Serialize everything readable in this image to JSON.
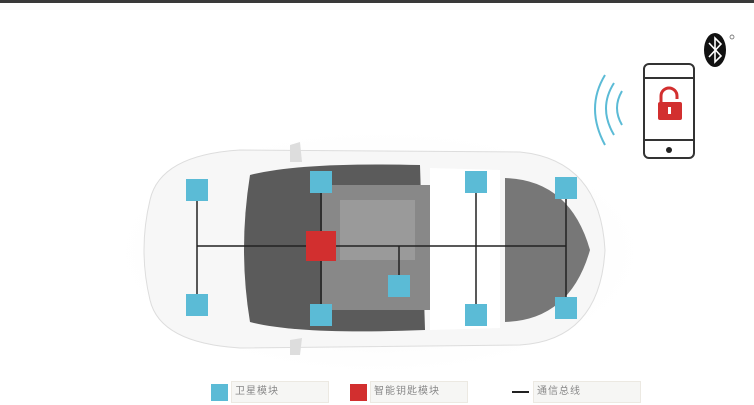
{
  "colors": {
    "satellite": "#5bbbd6",
    "smart_key": "#d22f2f",
    "bus": "#222222",
    "signal": "#5bbbd6",
    "lock": "#d22f2f"
  },
  "icons": [
    "bluetooth-icon",
    "phone-icon",
    "unlock-icon",
    "signal-waves-icon"
  ],
  "legend": [
    {
      "label": "卫星模块",
      "type": "satellite"
    },
    {
      "label": "智能钥匙模块",
      "type": "smart_key"
    },
    {
      "label": "通信总线",
      "type": "bus"
    }
  ]
}
